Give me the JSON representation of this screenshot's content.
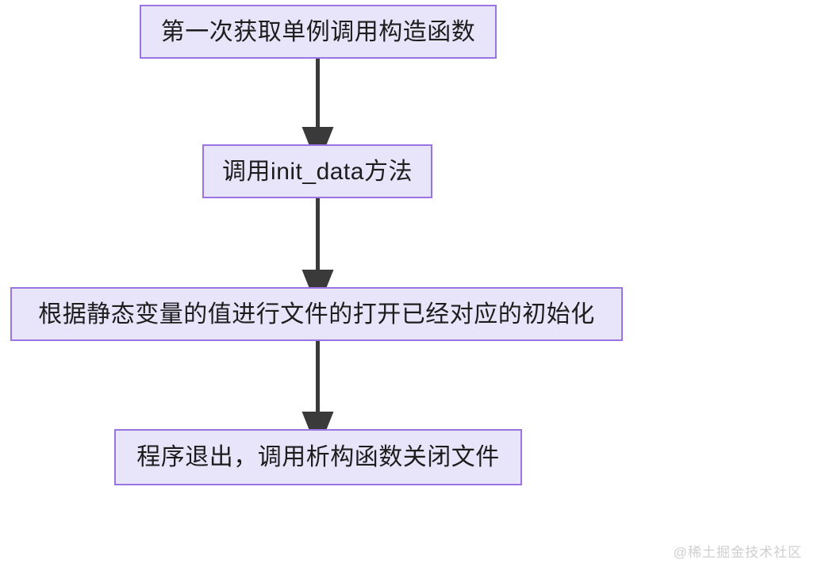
{
  "diagram": {
    "type": "flowchart",
    "orientation": "top-to-bottom",
    "background_color": "#ffffff",
    "node_fill_color": "#e8e4fa",
    "node_border_color": "#9a74e0",
    "node_text_color": "#1d1d1d",
    "connector_color": "#3a3a3a",
    "nodes": [
      {
        "id": "node-1",
        "label": "第一次获取单例调用构造函数"
      },
      {
        "id": "node-2",
        "label": "调用init_data方法"
      },
      {
        "id": "node-3",
        "label": "根据静态变量的值进行文件的打开已经对应的初始化"
      },
      {
        "id": "node-4",
        "label": "程序退出，调用析构函数关闭文件"
      }
    ],
    "edges": [
      {
        "id": "edge-1",
        "from": "node-1",
        "to": "node-2",
        "label": ""
      },
      {
        "id": "edge-2",
        "from": "node-2",
        "to": "node-3",
        "label": ""
      },
      {
        "id": "edge-3",
        "from": "node-3",
        "to": "node-4",
        "label": ""
      }
    ]
  },
  "watermark": {
    "text": "@稀土掘金技术社区"
  }
}
